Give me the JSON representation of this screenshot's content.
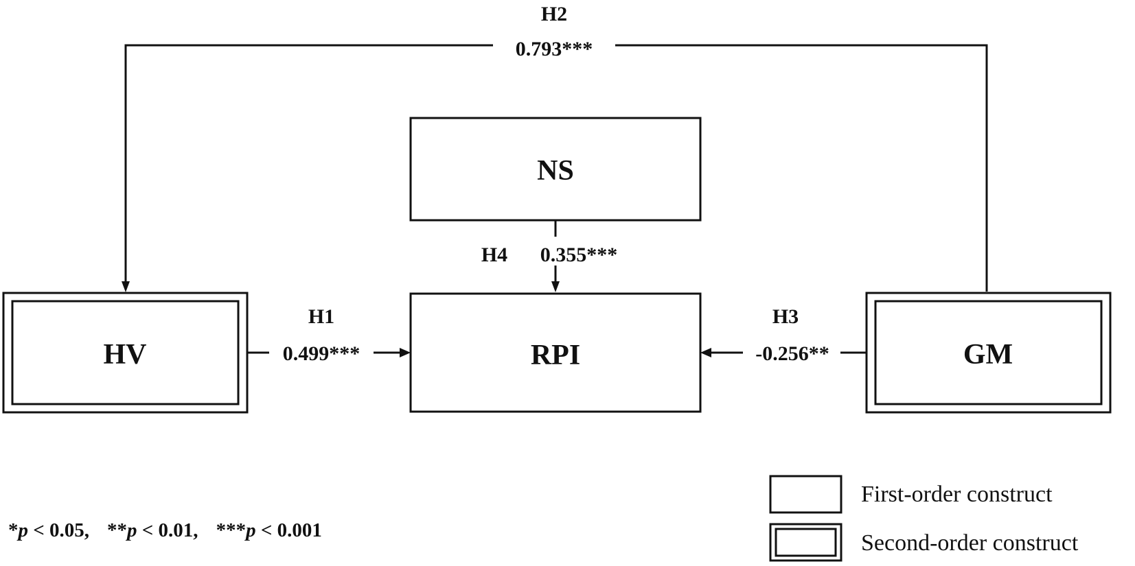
{
  "constructs": {
    "ns": "NS",
    "hv": "HV",
    "rpi": "RPI",
    "gm": "GM"
  },
  "paths": {
    "h1": {
      "label": "H1",
      "coefficient": "0.499***"
    },
    "h2": {
      "label": "H2",
      "coefficient": "0.793***"
    },
    "h3": {
      "label": "H3",
      "coefficient": "-0.256**"
    },
    "h4": {
      "label": "H4",
      "coefficient": "0.355***"
    }
  },
  "legend": {
    "first_order": "First-order construct",
    "second_order": "Second-order construct"
  },
  "significance_note": {
    "p05_stars": "*",
    "p05_rest": " < 0.05,",
    "p01_stars": "**",
    "p01_rest": " < 0.01,",
    "p001_stars": "***",
    "p001_rest": " < 0.001",
    "p_symbol": "p"
  },
  "colors": {
    "stroke": "#111111",
    "background": "#ffffff"
  }
}
